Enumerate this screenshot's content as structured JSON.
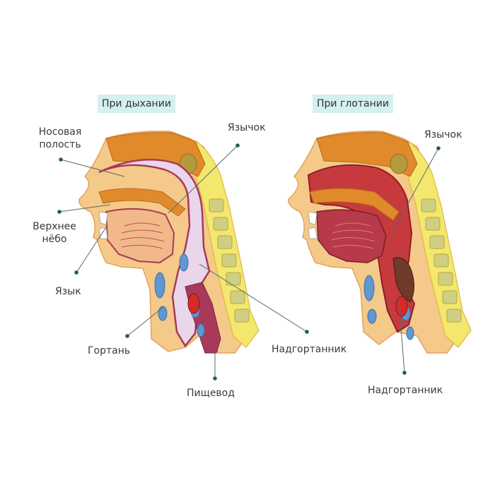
{
  "panels": {
    "breathing": {
      "title": "При дыхании",
      "labels": {
        "nasal": "Носовая\nполость",
        "palate": "Верхнее\nнёбо",
        "tongue": "Язык",
        "larynx": "Гортань",
        "esophagus": "Пищевод",
        "uvula": "Язычок",
        "epiglottis": "Надгортанник"
      }
    },
    "swallowing": {
      "title": "При глотании",
      "labels": {
        "uvula": "Язычок",
        "epiglottis": "Надгортанник"
      }
    }
  },
  "colors": {
    "skin": "#f5c98a",
    "skin_dark": "#e3a35c",
    "bone": "#e08a2c",
    "spine_bg": "#f3e76e",
    "vertebra": "#cfcf82",
    "air_cavity": "#e9d6ea",
    "mucosa": "#a8395a",
    "swallow_cavity": "#c63a3d",
    "trachea_blue": "#5f97d1",
    "cartilage_red": "#d62a2a",
    "title_bg": "#d4f0ef",
    "leader": "#556b6b",
    "dot": "#1f5e5a"
  }
}
